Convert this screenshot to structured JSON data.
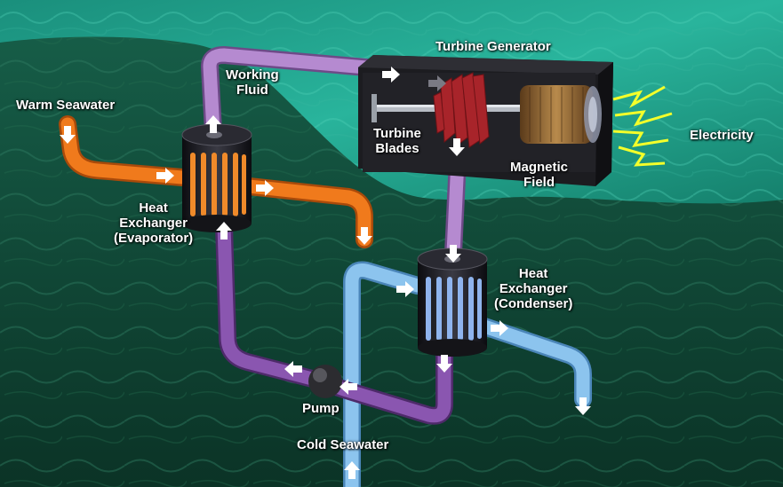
{
  "labels": {
    "warm_seawater": "Warm Seawater",
    "working_fluid": [
      "Working",
      "Fluid"
    ],
    "turbine_generator": "Turbine Generator",
    "turbine_blades": [
      "Turbine",
      "Blades"
    ],
    "magnetic_field": [
      "Magnetic",
      "Field"
    ],
    "electricity": "Electricity",
    "heat_exchanger_evaporator": [
      "Heat",
      "Exchanger",
      "(Evaporator)"
    ],
    "heat_exchanger_condenser": [
      "Heat",
      "Exchanger",
      "(Condenser)"
    ],
    "pump": "Pump",
    "cold_seawater": "Cold Seawater"
  },
  "colors": {
    "sea_surface": "#1f9c86",
    "deep_water": "#0f4a38",
    "warm_pipe": "#f07a1c",
    "cold_pipe": "#8cc4ee",
    "working_fluid_pipe": "#8a56b0",
    "vapor_pipe": "#b58ad0",
    "electricity": "#f4ff2a"
  },
  "icons": [
    "flow-arrow-icon",
    "lightning-bolt-icon"
  ]
}
